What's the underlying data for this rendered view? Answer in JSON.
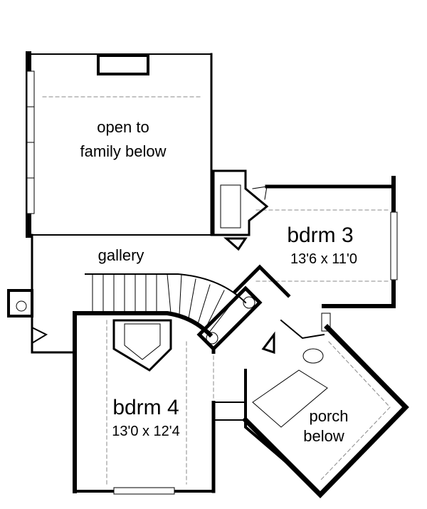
{
  "plan": {
    "rooms": {
      "open": {
        "line1": "open to",
        "line2": "family below"
      },
      "gallery": {
        "name": "gallery"
      },
      "bdrm3": {
        "name": "bdrm 3",
        "size": "13'6 x 11'0"
      },
      "bdrm4": {
        "name": "bdrm 4",
        "size": "13'0 x 12'4"
      },
      "porch": {
        "line1": "porch",
        "line2": "below"
      }
    },
    "colors": {
      "wall": "#000000",
      "background": "#ffffff",
      "dashed": "#888888"
    }
  }
}
